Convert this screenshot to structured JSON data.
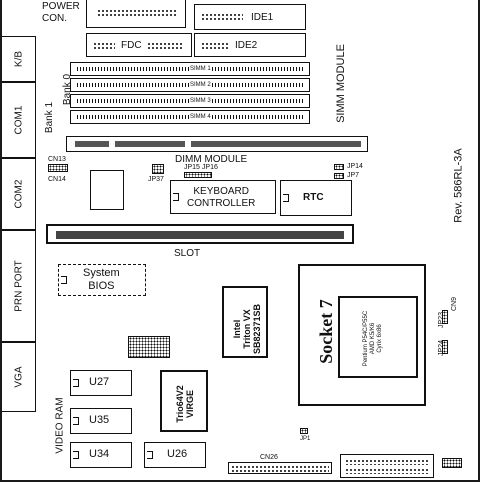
{
  "labels": {
    "power_con": "POWER\nCON.",
    "ide1": "IDE1",
    "ide2": "IDE2",
    "fdc": "FDC",
    "kb": "K/B",
    "com1": "COM1",
    "com2": "COM2",
    "prn_port": "PRN PORT",
    "vga": "VGA",
    "bank0": "Bank 0",
    "bank1": "Bank 1",
    "simm_module": "SIMM MODULE",
    "dimm_module": "DIMM MODULE",
    "cn13": "CN13",
    "cn14": "CN14",
    "jp37": "JP37",
    "jp15_jp16": "JP15 JP16",
    "jp14": "JP14",
    "jp7": "JP7",
    "keyboard_controller": "KEYBOARD\nCONTROLLER",
    "rtc": "RTC",
    "slot": "SLOT",
    "system_bios": "System\nBIOS",
    "intel_chip": "Intel\nTriton VX\nSB82371SB",
    "socket7": "Socket 7",
    "cpu_text": "Pentium P54C/P55C\nAMD K5/K6\nCyrix 6x86",
    "jp23": "JP23",
    "jp24": "JP24",
    "cn9": "CN9",
    "revision": "Rev. 586RL-3A",
    "u27": "U27",
    "u35": "U35",
    "u34": "U34",
    "u26": "U26",
    "video_ram": "VIDEO RAM",
    "trio_chip": "Trio64V2\nVIRGE",
    "jp1": "JP1",
    "cn26": "CN26",
    "simm_slots": [
      "SIMM 1",
      "SIMM 2",
      "SIMM 3",
      "SIMM 4"
    ]
  }
}
